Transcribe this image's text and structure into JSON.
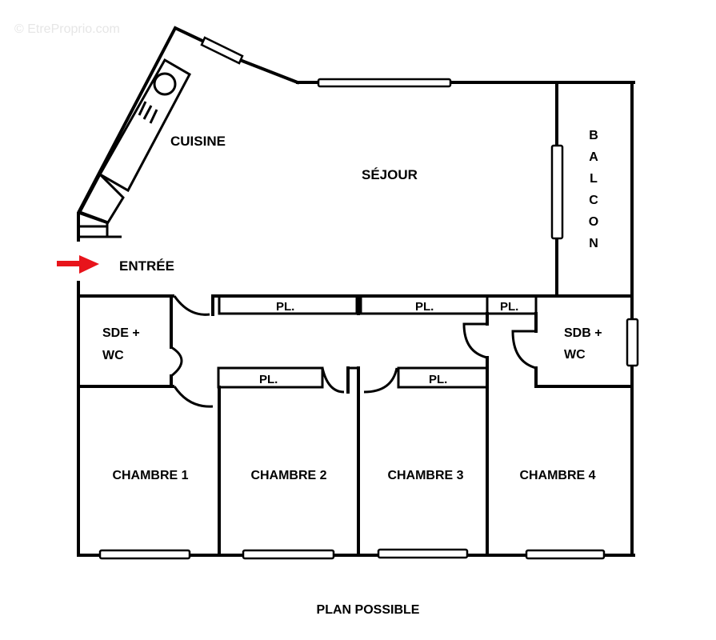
{
  "watermark": "© EtreProprio.com",
  "title": "PLAN POSSIBLE",
  "entry": {
    "label": "ENTRÉE",
    "arrow_color": "#e8141b"
  },
  "rooms": {
    "cuisine": "CUISINE",
    "sejour": "SÉJOUR",
    "balcon": [
      "B",
      "A",
      "L",
      "C",
      "O",
      "N"
    ],
    "sde_line1": "SDE +",
    "sde_line2": "WC",
    "sdb_line1": "SDB +",
    "sdb_line2": "WC",
    "chambre1": "CHAMBRE 1",
    "chambre2": "CHAMBRE 2",
    "chambre3": "CHAMBRE 3",
    "chambre4": "CHAMBRE 4"
  },
  "closets": {
    "pl1": "PL.",
    "pl2": "PL.",
    "pl3": "PL.",
    "pl4": "PL.",
    "pl5": "PL."
  }
}
